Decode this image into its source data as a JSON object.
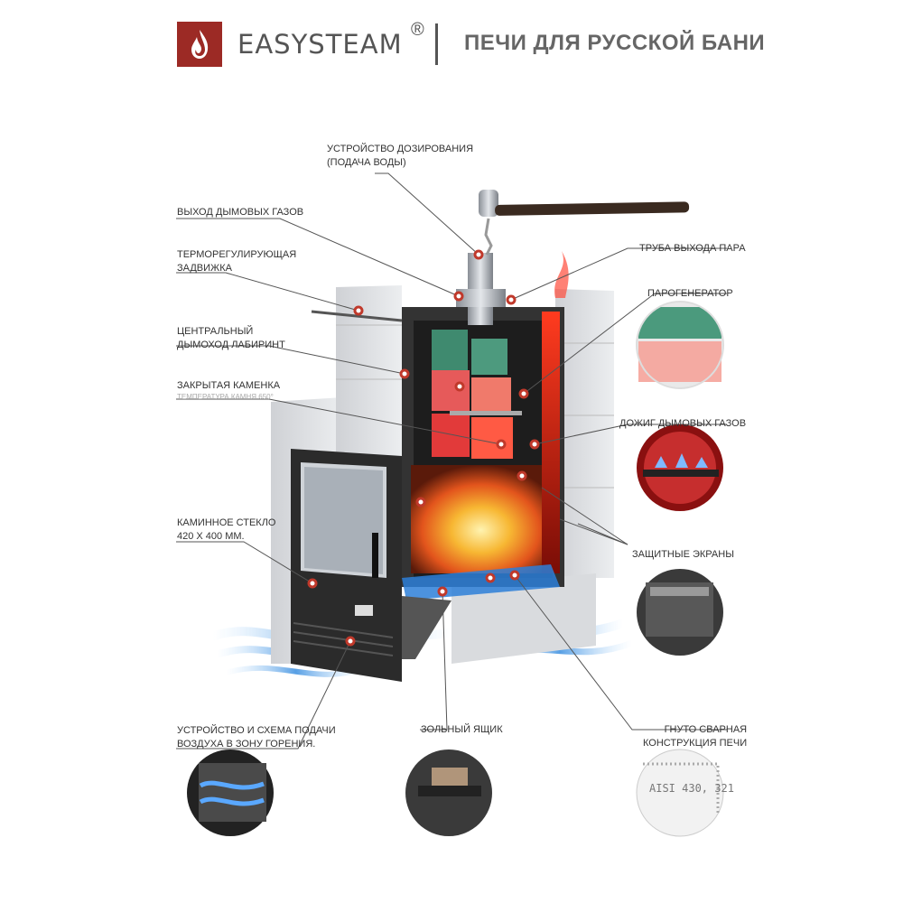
{
  "header": {
    "brand": "EASYSTEAM",
    "registered": "®",
    "tagline": "ПЕЧИ ДЛЯ РУССКОЙ БАНИ"
  },
  "labels": {
    "dosing": "УСТРОЙСТВО ДОЗИРОВАНИЯ",
    "dosing_sub": "(ПОДАЧА ВОДЫ)",
    "flue_exit": "ВЫХОД ДЫМОВЫХ ГАЗОВ",
    "damper_1": "ТЕРМОРЕГУЛИРУЮЩАЯ",
    "damper_2": "ЗАДВИЖКА",
    "central_1": "ЦЕНТРАЛЬНЫЙ",
    "central_2": "ДЫМОХОД ЛАБИРИНТ",
    "closed_heater": "ЗАКРЫТАЯ КАМЕНКА",
    "stone_temp": "ТЕМПЕРАТУРА КАМНЯ 650°",
    "glass_1": "КАМИННОЕ СТЕКЛО",
    "glass_2": "420 Х 400 ММ.",
    "steam_pipe": "ТРУБА ВЫХОДА ПАРА",
    "steam_gen": "ПАРОГЕНЕРАТОР",
    "afterburn": "ДОЖИГ ДЫМОВЫХ ГАЗОВ",
    "screens": "ЗАЩИТНЫЕ ЭКРАНЫ",
    "air_1": "УСТРОЙСТВО И СХЕМА ПОДАЧИ",
    "air_2": "ВОЗДУХА В ЗОНУ ГОРЕНИЯ.",
    "ash_box": "ЗОЛЬНЫЙ ЯЩИК",
    "welded_1": "ГНУТО СВАРНАЯ",
    "welded_2": "КОНСТРУКЦИЯ ПЕЧИ",
    "steel_grade": "AISI 430, 321"
  },
  "colors": {
    "brand_red": "#9c2a25",
    "marker_red": "#c0392b",
    "steel_dark": "#2b2b2b",
    "stone_grey": "#dcdde0",
    "flame": "#f39c12",
    "air_blue": "#3b8fe0"
  },
  "icons": [
    "flame-logo-icon"
  ]
}
